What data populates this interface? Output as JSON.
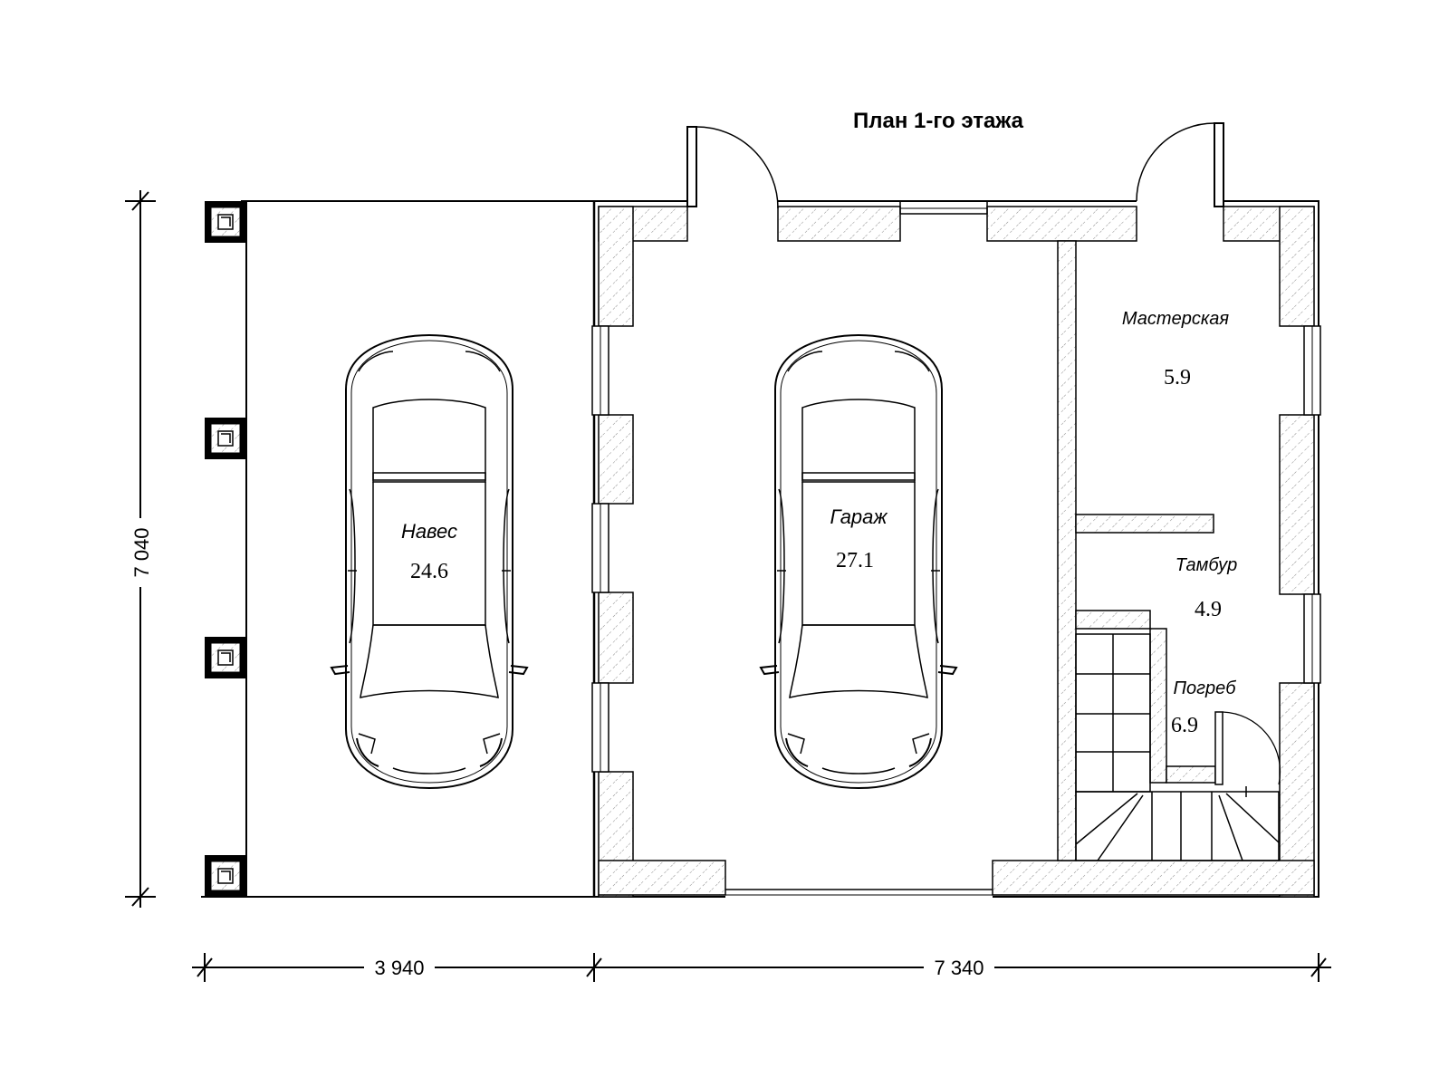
{
  "title": "План 1-го этажа",
  "dimensions": {
    "height": "7 040",
    "width_left": "3 940",
    "width_right": "7 340"
  },
  "rooms": [
    {
      "id": "naves",
      "name": "Навес",
      "area": "24.6"
    },
    {
      "id": "garage",
      "name": "Гараж",
      "area": "27.1"
    },
    {
      "id": "workshop",
      "name": "Мастерская",
      "area": "5.9"
    },
    {
      "id": "tambur",
      "name": "Тамбур",
      "area": "4.9"
    },
    {
      "id": "cellar",
      "name": "Погреб",
      "area": "6.9"
    }
  ],
  "colors": {
    "line": "#000000",
    "background": "#ffffff",
    "hatch": "#7a7a7a"
  }
}
